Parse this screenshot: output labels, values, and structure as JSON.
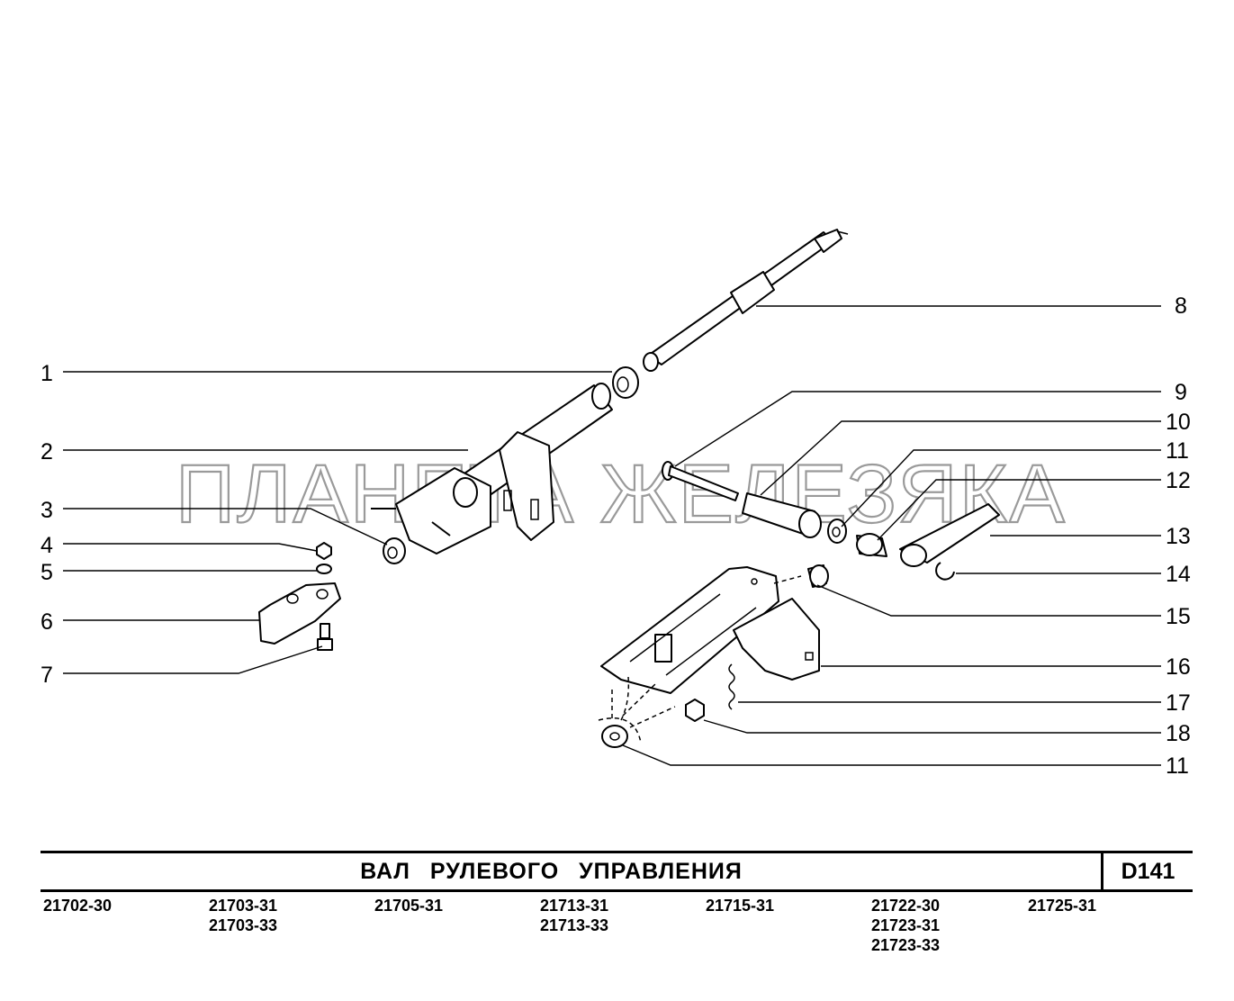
{
  "watermark": "ПЛАНЕТА ЖЕЛЕЗЯКА",
  "title": "ВАЛ РУЛЕВОГО УПРАВЛЕНИЯ",
  "code": "D141",
  "callouts": [
    "1",
    "2",
    "3",
    "4",
    "5",
    "6",
    "7",
    "8",
    "9",
    "10",
    "11",
    "12",
    "13",
    "14",
    "15",
    "16",
    "17",
    "18",
    "11"
  ],
  "models": [
    [
      "21702-30"
    ],
    [
      "21703-31",
      "21703-33"
    ],
    [
      "21705-31"
    ],
    [
      "21713-31",
      "21713-33"
    ],
    [
      "21715-31"
    ],
    [
      "21722-30",
      "21723-31",
      "21723-33"
    ],
    [
      "21725-31"
    ]
  ]
}
